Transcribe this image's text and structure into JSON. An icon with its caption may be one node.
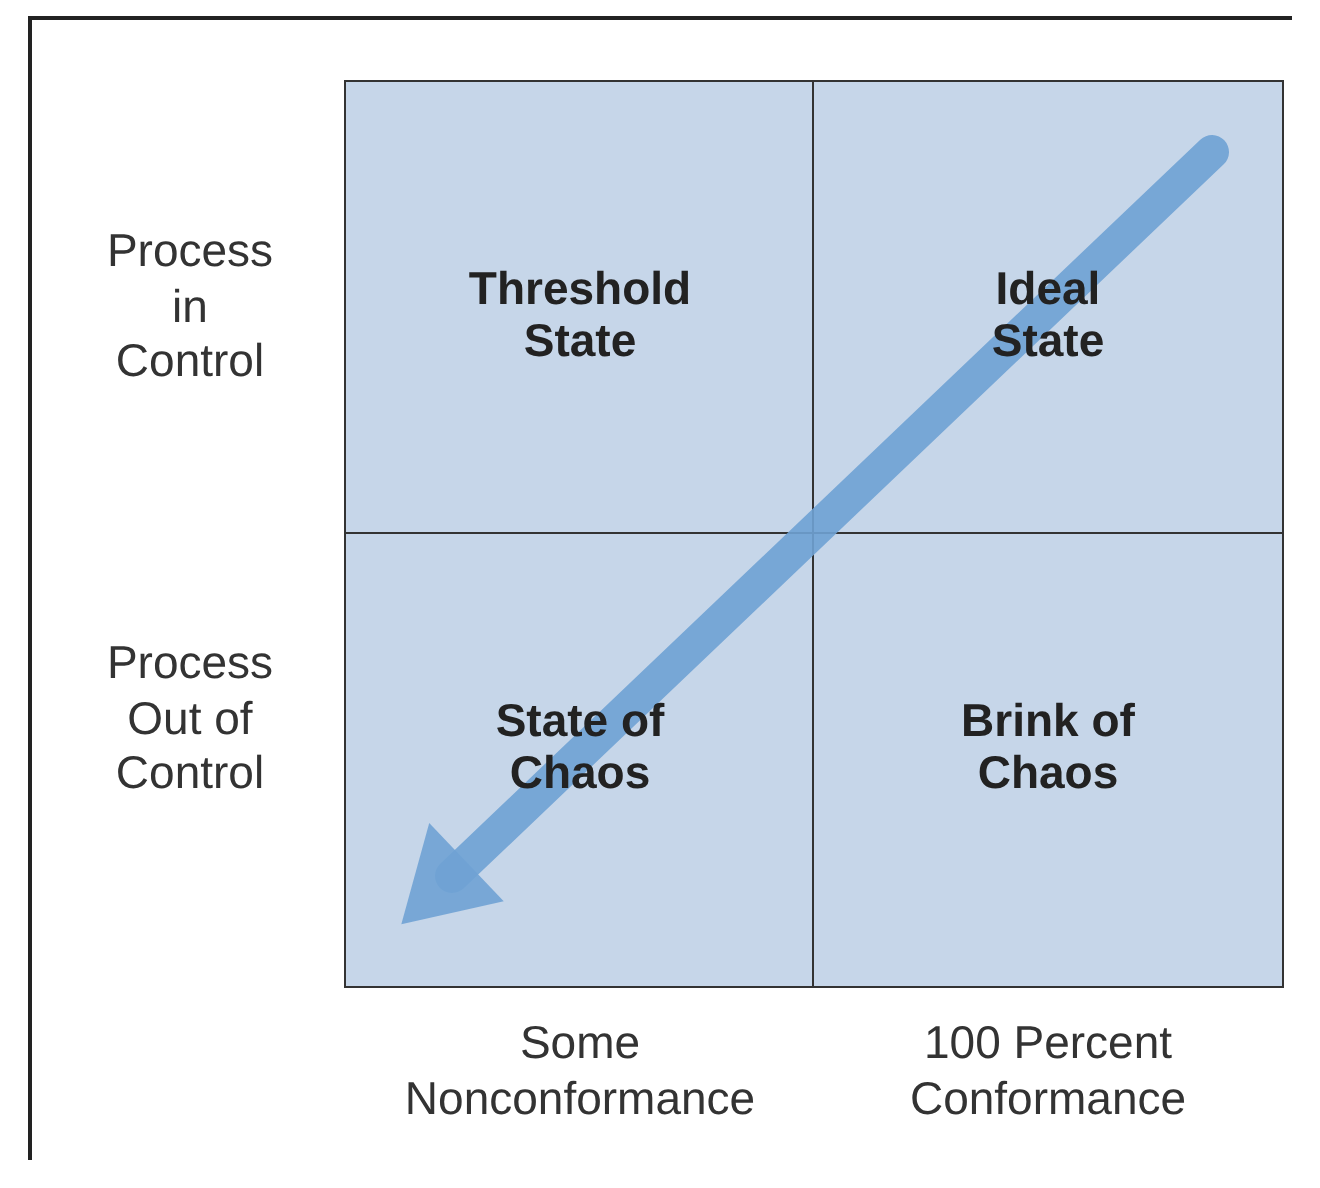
{
  "diagram": {
    "nodes": [
      {
        "text": [
          "Threshold State"
        ]
      },
      {
        "text": [
          "Ideal State"
        ]
      },
      {
        "text": [
          "State of Chaos"
        ]
      },
      {
        "text": [
          "Brink of Chaos"
        ]
      }
    ],
    "edges": [
      {
        "from": 1,
        "to": 2,
        "arrow": "to"
      }
    ],
    "labels": [
      "Process in Control",
      "Process Out of Control",
      "Some Nonconformance",
      "100 Percent Conformance"
    ]
  }
}
